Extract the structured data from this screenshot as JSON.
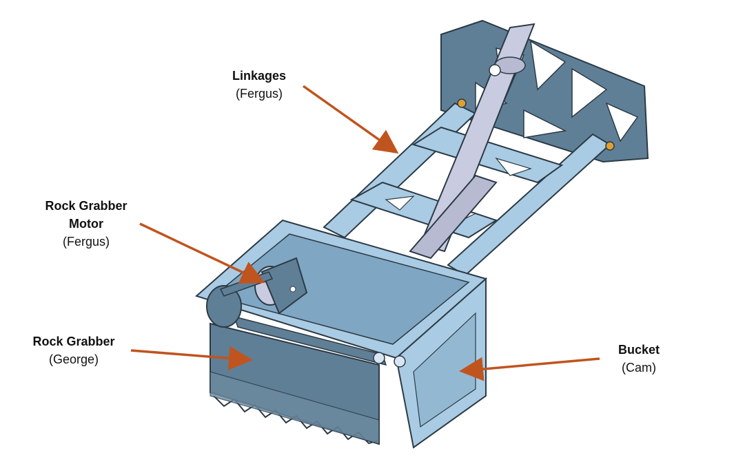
{
  "labels": {
    "linkages": {
      "title": "Linkages",
      "owner": "(Fergus)"
    },
    "rock_grabber_motor": {
      "title_line1": "Rock Grabber",
      "title_line2": "Motor",
      "owner": "(Fergus)"
    },
    "rock_grabber": {
      "title": "Rock Grabber",
      "owner": "(George)"
    },
    "bucket": {
      "title": "Bucket",
      "owner": "(Cam)"
    }
  },
  "colors": {
    "arrow": "#c0541e",
    "frame": "#a9cbe3",
    "frame_dark": "#7fa6c2",
    "plate": "#5f7f96",
    "actuator": "#c9cbe0",
    "edge": "#2b3a45"
  }
}
